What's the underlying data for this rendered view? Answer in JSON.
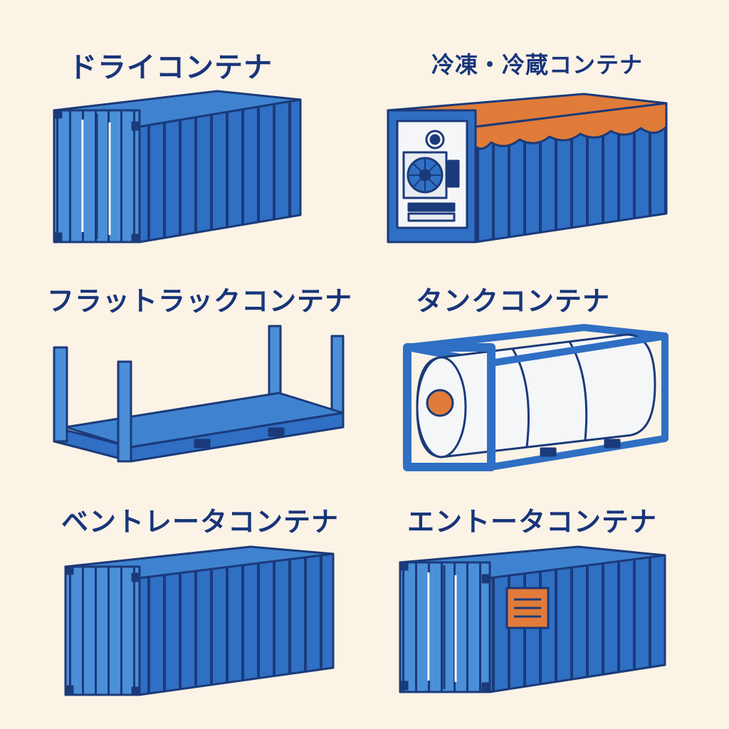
{
  "title": "",
  "palette": {
    "background": "#fbf3e6",
    "label_text": "#18357a",
    "container_blue": "#2f6fc4",
    "container_light": "#4a8fd8",
    "outline_navy": "#1b3a7a",
    "accent_orange": "#e07b39",
    "tank_white": "#f4f6f8"
  },
  "containers": [
    {
      "label": "ドライコンテナ",
      "icon": "dry-container-icon"
    },
    {
      "label": "冷凍・冷蔵コンテナ",
      "icon": "reefer-container-icon"
    },
    {
      "label": "フラットラックコンテナ",
      "icon": "flat-rack-container-icon"
    },
    {
      "label": "タンクコンテナ",
      "icon": "tank-container-icon"
    },
    {
      "label": "ベントレータコンテナ",
      "icon": "ventilated-container-icon"
    },
    {
      "label": "エントータコンテナ",
      "icon": "entota-container-icon"
    }
  ]
}
